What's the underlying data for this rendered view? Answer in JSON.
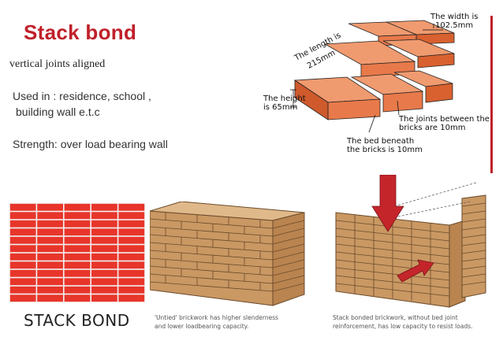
{
  "slide": {
    "title": "Stack bond",
    "subtitle": "vertical joints aligned",
    "used_in_line1": "Used in : residence, school ,",
    "used_in_line2": "building wall  e.t.c",
    "strength": "Strength: over load bearing wall"
  },
  "diagram": {
    "width_label_1": "The width is",
    "width_label_2": "102.5mm",
    "length_label_1": "The length is",
    "length_label_2": "215mm",
    "height_label_1": "The height",
    "height_label_2": "is 65mm",
    "joints_label_1": "The joints between the",
    "joints_label_2": "bricks are 10mm",
    "bed_label_1": "The bed beneath",
    "bed_label_2": "the bricks is 10mm"
  },
  "bottom": {
    "stack_bond_label": "STACK BOND",
    "untied_caption_1": "'Untied' brickwork has higher slenderness",
    "untied_caption_2": "and lower loadbearing capacity.",
    "stacked_caption_1": "Stack bonded brickwork, without bed joint",
    "stacked_caption_2": "reinforcement, has low capacity to resist loads."
  },
  "colors": {
    "title_red": "#c0202a",
    "brick_orange": "#e8794a",
    "brick_red": "#e8352a",
    "mortar": "#f2f2f2",
    "wall_tan": "#c99863",
    "arrow_red": "#c4252b"
  }
}
